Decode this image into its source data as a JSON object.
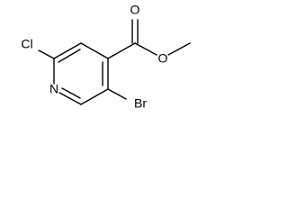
{
  "molecule": {
    "atoms": {
      "chlorine": "Cl",
      "nitrogen": "N",
      "bromine": "Br",
      "carbonyl_oxygen": "O",
      "ester_oxygen": "O"
    },
    "colors": {
      "bond": "#000000",
      "label": "#000000",
      "background": "#ffffff"
    }
  }
}
